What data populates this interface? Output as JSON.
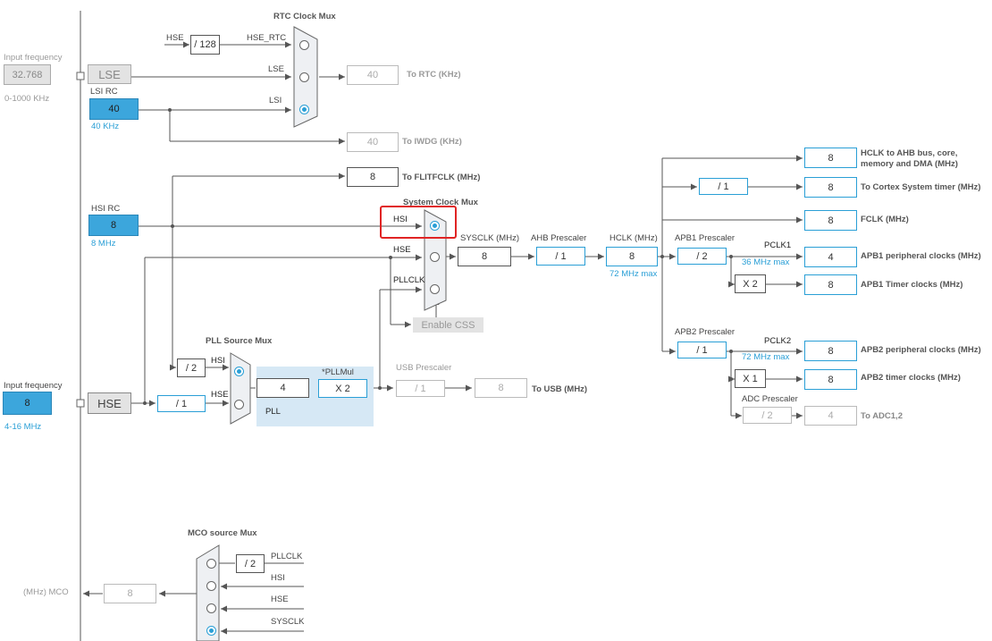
{
  "left": {
    "input_freq_label_top": "Input frequency",
    "lse_input": "32.768",
    "lse_range": "0-1000 KHz",
    "lse_label": "LSE",
    "lsi_rc_label": "LSI RC",
    "lsi_value": "40",
    "lsi_unit": "40 KHz",
    "hsi_rc_label": "HSI RC",
    "hsi_value": "8",
    "hsi_unit": "8 MHz",
    "input_freq_label_bottom": "Input frequency",
    "hse_input": "8",
    "hse_range": "4-16 MHz",
    "hse_label": "HSE",
    "mco_label": "(MHz) MCO"
  },
  "rtc": {
    "title": "RTC Clock Mux",
    "hse_label": "HSE",
    "div128": "/ 128",
    "hse_rtc_label": "HSE_RTC",
    "lse_label": "LSE",
    "lsi_label": "LSI",
    "rtc_value": "40",
    "rtc_out_label": "To RTC (KHz)",
    "iwdg_value": "40",
    "iwdg_out_label": "To IWDG (KHz)"
  },
  "flit": {
    "value": "8",
    "label": "To FLITFCLK (MHz)"
  },
  "sysmux": {
    "title": "System Clock Mux",
    "hsi_label": "HSI",
    "hse_label": "HSE",
    "pllclk_label": "PLLCLK",
    "enable_css": "Enable CSS"
  },
  "sysclk": {
    "label": "SYSCLK (MHz)",
    "value": "8",
    "ahb_label": "AHB Prescaler",
    "ahb_value": "/ 1",
    "hclk_label": "HCLK (MHz)",
    "hclk_value": "8",
    "hclk_max": "72 MHz max"
  },
  "pll": {
    "source_title": "PLL Source Mux",
    "div2": "/ 2",
    "hsi_label": "HSI",
    "hse_label": "HSE",
    "hse_div": "/ 1",
    "pll_value": "4",
    "mul_label": "*PLLMul",
    "mul_value": "X 2",
    "pll_label": "PLL"
  },
  "usb": {
    "label": "USB Prescaler",
    "div": "/ 1",
    "value": "8",
    "out_label": "To USB (MHz)"
  },
  "outputs": {
    "ahb_value": "8",
    "ahb_label": "HCLK to AHB bus, core, memory and DMA (MHz)",
    "cortex_div": "/ 1",
    "cortex_value": "8",
    "cortex_label": "To Cortex System timer (MHz)",
    "fclk_value": "8",
    "fclk_label": "FCLK (MHz)",
    "apb1_prescaler_label": "APB1 Prescaler",
    "apb1_div": "/ 2",
    "pclk1_label": "PCLK1",
    "pclk1_max": "36 MHz max",
    "apb1_periph_value": "4",
    "apb1_periph_label": "APB1 peripheral clocks (MHz)",
    "apb1_timer_mul": "X 2",
    "apb1_timer_value": "8",
    "apb1_timer_label": "APB1 Timer clocks (MHz)",
    "apb2_prescaler_label": "APB2 Prescaler",
    "apb2_div": "/ 1",
    "pclk2_label": "PCLK2",
    "pclk2_max": "72 MHz max",
    "apb2_periph_value": "8",
    "apb2_periph_label": "APB2 peripheral clocks (MHz)",
    "apb2_timer_mul": "X 1",
    "apb2_timer_value": "8",
    "apb2_timer_label": "APB2 timer clocks (MHz)",
    "adc_prescaler_label": "ADC Prescaler",
    "adc_div": "/ 2",
    "adc_value": "4",
    "adc_label": "To ADC1,2"
  },
  "mco": {
    "title": "MCO source Mux",
    "div2": "/ 2",
    "pllclk_label": "PLLCLK",
    "hsi_label": "HSI",
    "hse_label": "HSE",
    "sysclk_label": "SYSCLK",
    "value": "8"
  }
}
